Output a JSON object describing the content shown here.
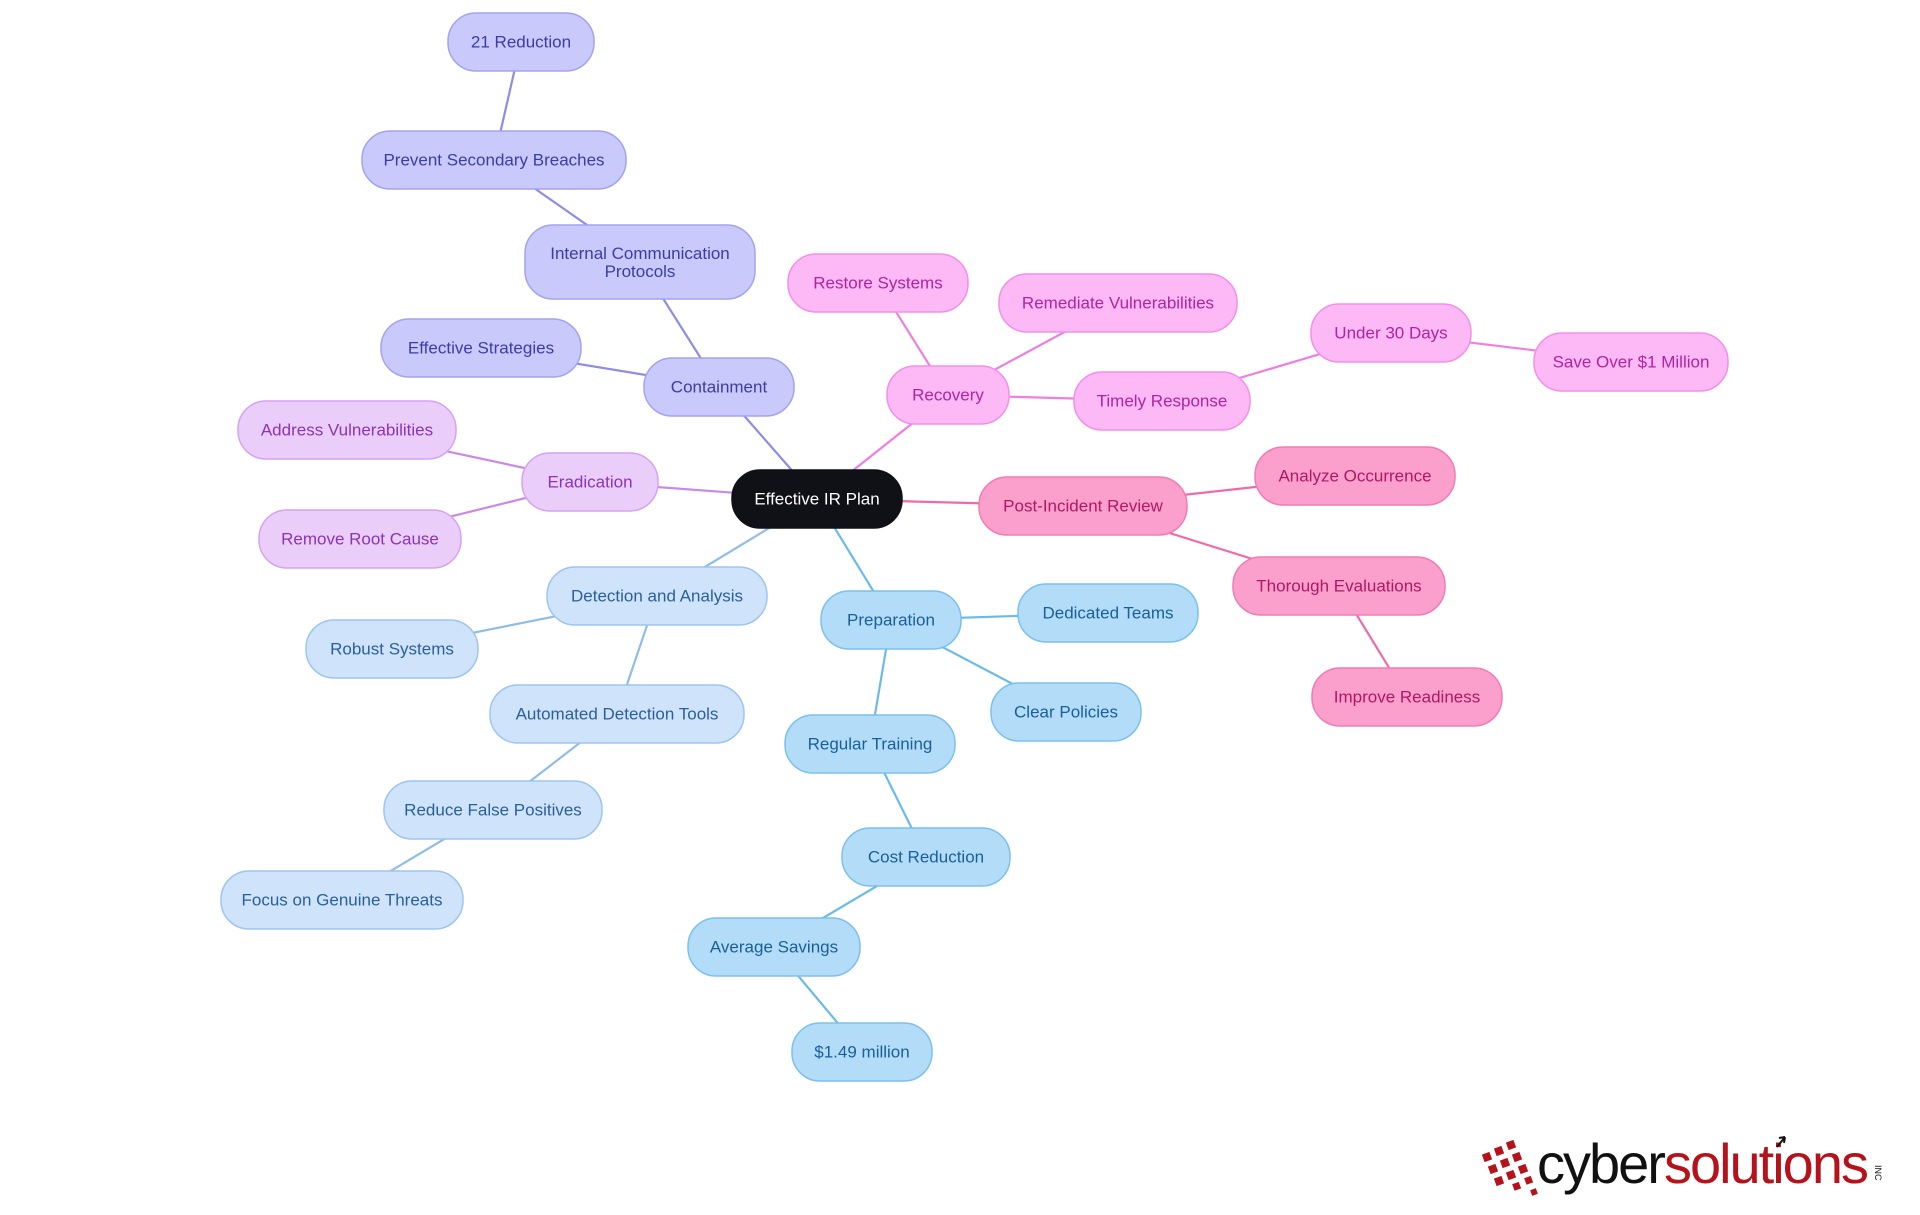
{
  "mindmap": {
    "root": {
      "id": "root",
      "label": "Effective IR Plan",
      "color": "#0f1117",
      "text": "#ffffff"
    },
    "branches": [
      {
        "id": "preparation",
        "label": "Preparation",
        "fill": "#b3dcf9",
        "stroke": "#7cc0ee",
        "text": "#1a5e9a",
        "edge": "#6bbbe6",
        "children": [
          {
            "id": "dedicated-teams",
            "label": "Dedicated Teams"
          },
          {
            "id": "clear-policies",
            "label": "Clear Policies"
          },
          {
            "id": "regular-training",
            "label": "Regular Training",
            "children": [
              {
                "id": "cost-reduction",
                "label": "Cost Reduction",
                "children": [
                  {
                    "id": "average-savings",
                    "label": "Average Savings",
                    "children": [
                      {
                        "id": "149-million",
                        "label": "$1.49 million"
                      }
                    ]
                  }
                ]
              }
            ]
          }
        ]
      },
      {
        "id": "detection",
        "label": "Detection and Analysis",
        "fill": "#cfe3fa",
        "stroke": "#9ec5ef",
        "text": "#2a5f9e",
        "edge": "#8fbde8",
        "children": [
          {
            "id": "robust-systems",
            "label": "Robust Systems"
          },
          {
            "id": "automated-tools",
            "label": "Automated Detection Tools",
            "children": [
              {
                "id": "reduce-false-positives",
                "label": "Reduce False Positives",
                "children": [
                  {
                    "id": "focus-genuine",
                    "label": "Focus on Genuine Threats"
                  }
                ]
              }
            ]
          }
        ]
      },
      {
        "id": "eradication",
        "label": "Eradication",
        "fill": "#ebcdfa",
        "stroke": "#d4a3f2",
        "text": "#8a34b8",
        "edge": "#c88ae8",
        "children": [
          {
            "id": "address-vulns",
            "label": "Address Vulnerabilities"
          },
          {
            "id": "remove-root",
            "label": "Remove Root Cause"
          }
        ]
      },
      {
        "id": "containment",
        "label": "Containment",
        "fill": "#c9c9fb",
        "stroke": "#a3a3f0",
        "text": "#3c3ca8",
        "edge": "#8d8de8",
        "children": [
          {
            "id": "effective-strategies",
            "label": "Effective Strategies"
          },
          {
            "id": "internal-comm",
            "label": "Internal Communication Protocols",
            "children": [
              {
                "id": "prevent-secondary",
                "label": "Prevent Secondary Breaches",
                "children": [
                  {
                    "id": "21-reduction",
                    "label": "21 Reduction"
                  }
                ]
              }
            ]
          }
        ]
      },
      {
        "id": "recovery",
        "label": "Recovery",
        "fill": "#fdb8f6",
        "stroke": "#f48fe8",
        "text": "#b0249e",
        "edge": "#ee7fe0",
        "children": [
          {
            "id": "restore-systems",
            "label": "Restore Systems"
          },
          {
            "id": "remediate-vulns",
            "label": "Remediate Vulnerabilities"
          },
          {
            "id": "timely-response",
            "label": "Timely Response",
            "children": [
              {
                "id": "under-30-days",
                "label": "Under 30 Days",
                "children": [
                  {
                    "id": "save-over-1m",
                    "label": "Save Over $1 Million"
                  }
                ]
              }
            ]
          }
        ]
      },
      {
        "id": "post-incident",
        "label": "Post-Incident Review",
        "fill": "#fba0cc",
        "stroke": "#f27bb4",
        "text": "#b01766",
        "edge": "#f06aa8",
        "children": [
          {
            "id": "analyze-occurrence",
            "label": "Analyze Occurrence"
          },
          {
            "id": "thorough-evals",
            "label": "Thorough Evaluations",
            "children": [
              {
                "id": "improve-readiness",
                "label": "Improve Readiness"
              }
            ]
          }
        ]
      }
    ]
  },
  "logo": {
    "part1": "cyber",
    "part2": "solutions",
    "suffix": "INC",
    "color1": "#111111",
    "color2": "#b5121b"
  }
}
